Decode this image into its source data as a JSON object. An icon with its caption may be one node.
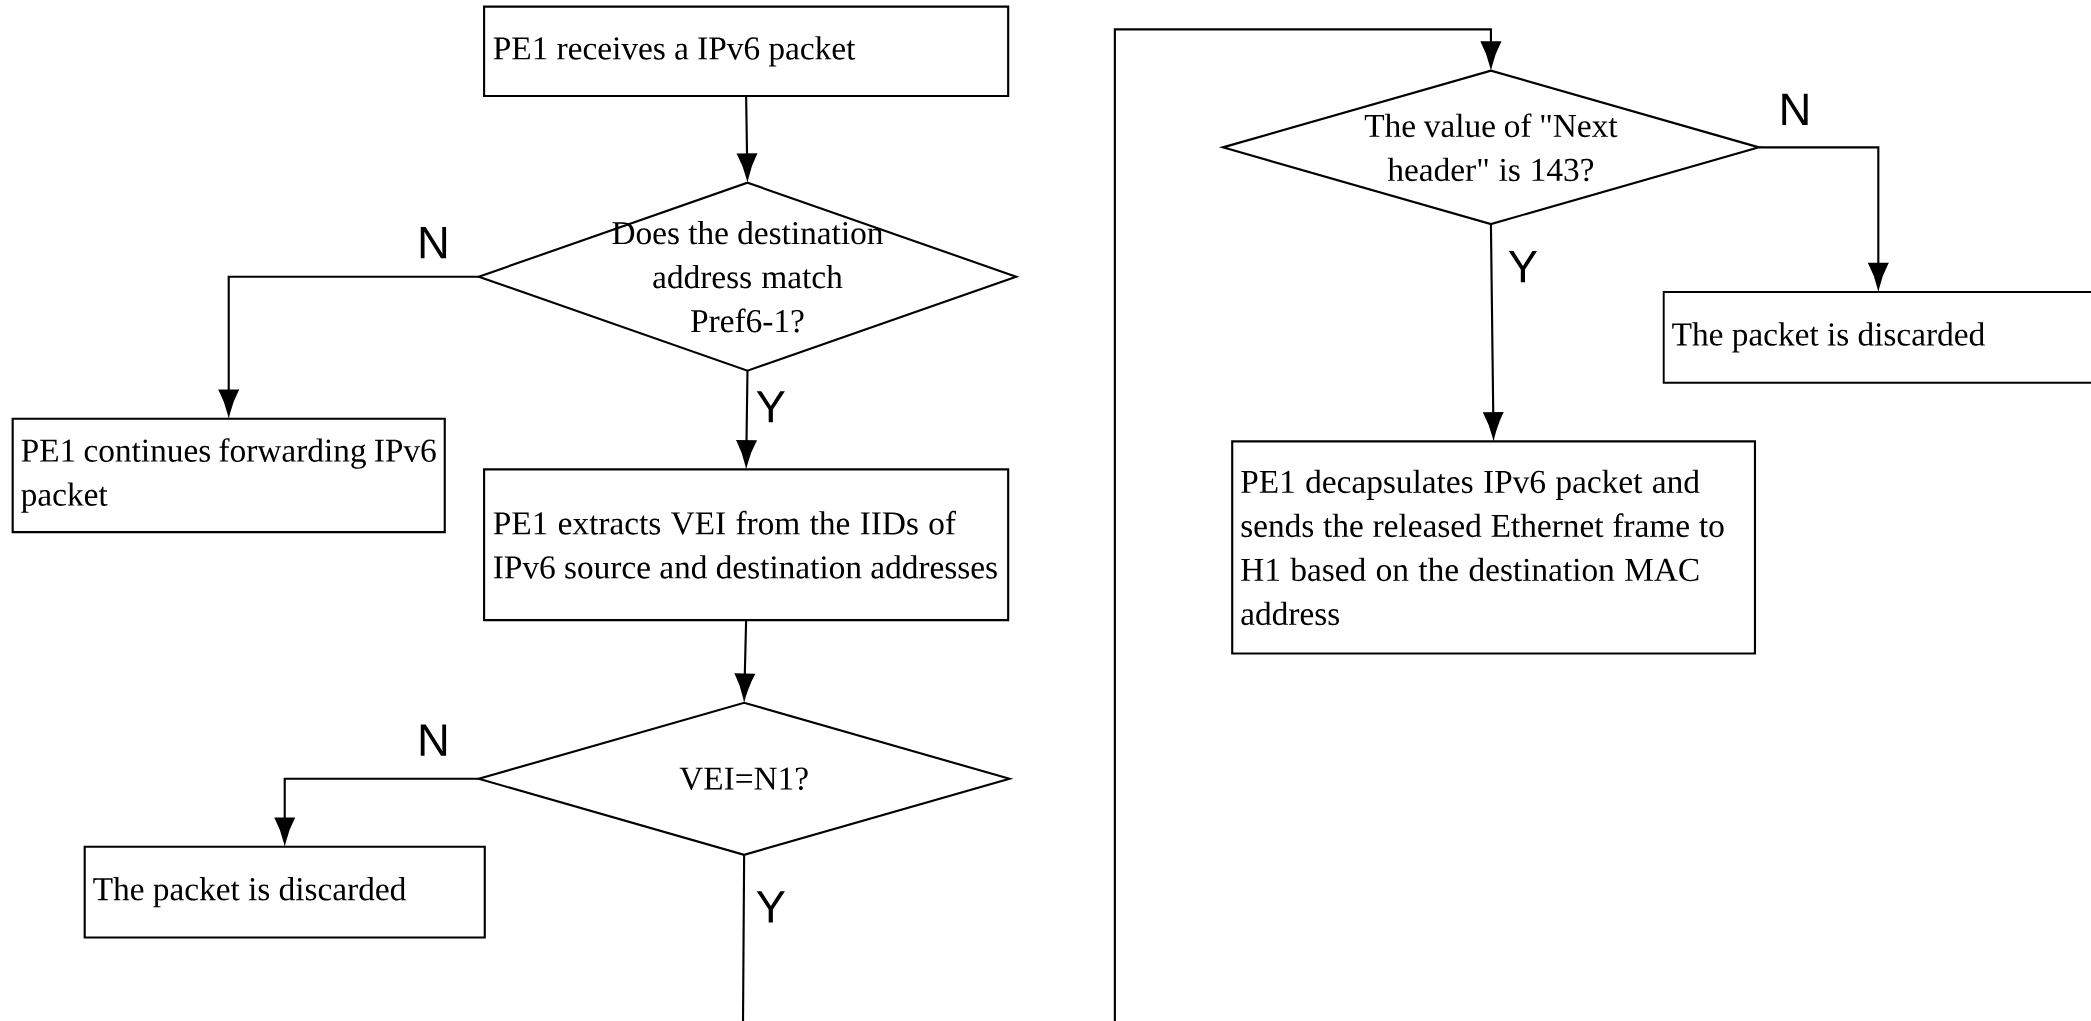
{
  "diagram": {
    "nodes": [
      {
        "text": [
          "PE1 receives a IPv6 packet"
        ]
      },
      {
        "text": [
          "Does the destination address match Pref6-1?"
        ]
      },
      {
        "text": [
          "PE1 continues forwarding IPv6 packet"
        ]
      },
      {
        "text": [
          "PE1 extracts VEI from the IIDs of IPv6 source and destination addresses"
        ]
      },
      {
        "text": [
          "VEI=N1?"
        ]
      },
      {
        "text": [
          "The packet is discarded"
        ]
      },
      {
        "text": [
          "The value of \"Next header\" is 143?"
        ]
      },
      {
        "text": [
          "The packet is discarded"
        ]
      },
      {
        "text": [
          "PE1 decapsulates IPv6 packet and sends the released Ethernet frame to H1 based on the destination MAC address"
        ]
      }
    ],
    "edges": [
      {
        "from": 0,
        "to": 1,
        "arrow": "to"
      },
      {
        "from": 1,
        "to": 2,
        "arrow": "to",
        "label": "N"
      },
      {
        "from": 1,
        "to": 3,
        "arrow": "to",
        "label": "Y"
      },
      {
        "from": 3,
        "to": 4,
        "arrow": "to"
      },
      {
        "from": 4,
        "to": 5,
        "arrow": "to",
        "label": "N"
      },
      {
        "from": 4,
        "to": 6,
        "arrow": "to",
        "label": "Y"
      },
      {
        "from": 6,
        "to": 7,
        "arrow": "to",
        "label": "N"
      },
      {
        "from": 6,
        "to": 8,
        "arrow": "to",
        "label": "Y"
      }
    ]
  }
}
